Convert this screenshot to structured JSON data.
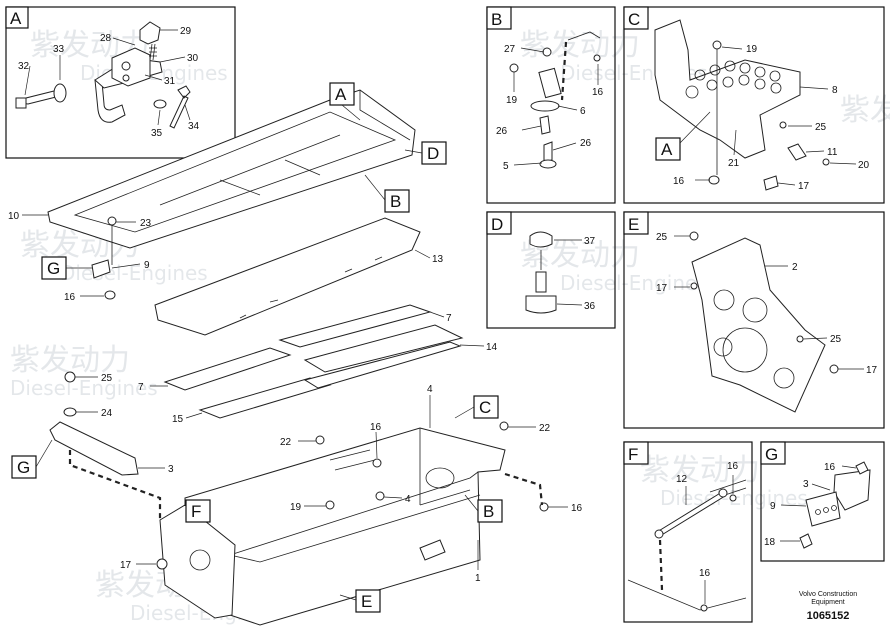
{
  "panels": {
    "A": {
      "tag": "A",
      "labels": [
        "28",
        "29",
        "30",
        "33",
        "32",
        "31",
        "35",
        "34"
      ]
    },
    "B": {
      "tag": "B",
      "labels": [
        "27",
        "16",
        "19",
        "6",
        "26",
        "26",
        "5"
      ]
    },
    "C": {
      "tag": "C",
      "labels": [
        "19",
        "8",
        "25",
        "21",
        "11",
        "20",
        "16",
        "17"
      ],
      "callout": "A"
    },
    "D": {
      "tag": "D",
      "labels": [
        "37",
        "36"
      ]
    },
    "E": {
      "tag": "E",
      "labels": [
        "25",
        "2",
        "17",
        "25",
        "17"
      ]
    },
    "F": {
      "tag": "F",
      "labels": [
        "12",
        "16",
        "16"
      ]
    },
    "G": {
      "tag": "G",
      "labels": [
        "16",
        "3",
        "9",
        "18"
      ]
    }
  },
  "main": {
    "callouts": [
      "A",
      "D",
      "B",
      "G",
      "C",
      "B",
      "F",
      "G",
      "E"
    ],
    "labels": [
      "10",
      "23",
      "9",
      "16",
      "13",
      "7",
      "14",
      "7",
      "15",
      "25",
      "24",
      "3",
      "4",
      "16",
      "22",
      "22",
      "19",
      "4",
      "16",
      "17",
      "1"
    ]
  },
  "watermark": {
    "brand_cn": "紫发动力",
    "brand_en": "Diesel-Engines"
  },
  "footer": {
    "line1": "Volvo Construction",
    "line2": "Equipment",
    "number": "1065152"
  }
}
